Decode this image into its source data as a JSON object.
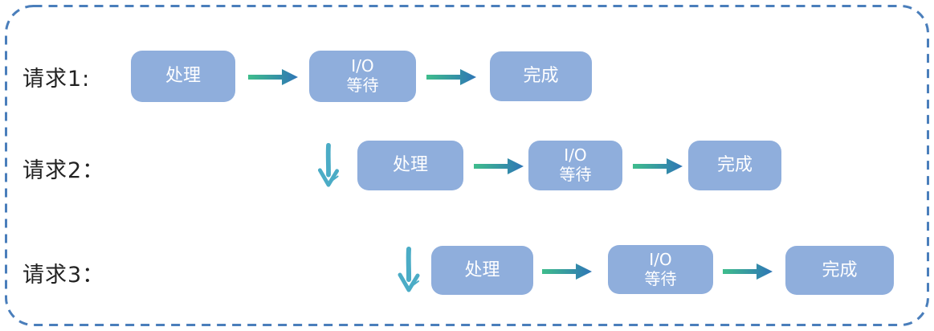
{
  "diagram": {
    "type": "flow",
    "description_labels": {
      "row1": "请求1:",
      "row2": "请求2：",
      "row3": "请求3："
    },
    "colors": {
      "box_fill": "#8FAEDC",
      "box_text": "#FFFFFF",
      "label_text": "#222222",
      "border_dash": "#4A7EBB",
      "arrow_gradient_start": "#3FBD8C",
      "arrow_gradient_end": "#2E75B6",
      "down_arrow": "#4BACC6",
      "background": "#FFFFFF"
    },
    "icons": {
      "right_arrow": "gradient-right-arrow",
      "down_arrow": "brush-down-arrow"
    },
    "rows": [
      {
        "label": "请求1:",
        "steps": [
          {
            "name": "process",
            "lines": [
              "处理"
            ]
          },
          {
            "name": "io-wait",
            "lines": [
              "I/O",
              "等待"
            ]
          },
          {
            "name": "done",
            "lines": [
              "完成"
            ]
          }
        ]
      },
      {
        "label": "请求2：",
        "steps": [
          {
            "name": "process",
            "lines": [
              "处理"
            ]
          },
          {
            "name": "io-wait",
            "lines": [
              "I/O",
              "等待"
            ]
          },
          {
            "name": "done",
            "lines": [
              "完成"
            ]
          }
        ]
      },
      {
        "label": "请求3：",
        "steps": [
          {
            "name": "process",
            "lines": [
              "处理"
            ]
          },
          {
            "name": "io-wait",
            "lines": [
              "I/O",
              "等待"
            ]
          },
          {
            "name": "done",
            "lines": [
              "完成"
            ]
          }
        ]
      }
    ]
  }
}
